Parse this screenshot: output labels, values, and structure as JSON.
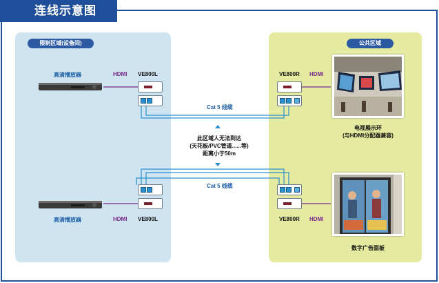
{
  "title": "连线示意图",
  "zones": {
    "left": {
      "label": "限制区域(设备间)"
    },
    "right": {
      "label": "公共区域"
    }
  },
  "top_row": {
    "player_label": "高清播放器",
    "hdmi_left": "HDMI",
    "sender": "VE800L",
    "receiver": "VE800R",
    "hdmi_right": "HDMI",
    "cable": "Cat 5 线缆",
    "display_caption_line1": "电视展示环",
    "display_caption_line2": "(与HDMI分配器兼容)"
  },
  "bottom_row": {
    "player_label": "高清播放器",
    "hdmi_left": "HDMI",
    "sender": "VE800L",
    "receiver": "VE800R",
    "hdmi_right": "HDMI",
    "cable": "Cat 5 线缆",
    "display_caption": "数字广告面板"
  },
  "note": {
    "line1": "此区域人无法到达",
    "line2": "(天花板/PVC管道......等)",
    "line3": "距离小于50m"
  },
  "colors": {
    "frame": "#1f4e9a",
    "left_zone": "#cfe4f1",
    "right_zone": "#e4ea9f",
    "cable": "#2a8fcf",
    "hdmi_line": "#7a2a8a"
  }
}
